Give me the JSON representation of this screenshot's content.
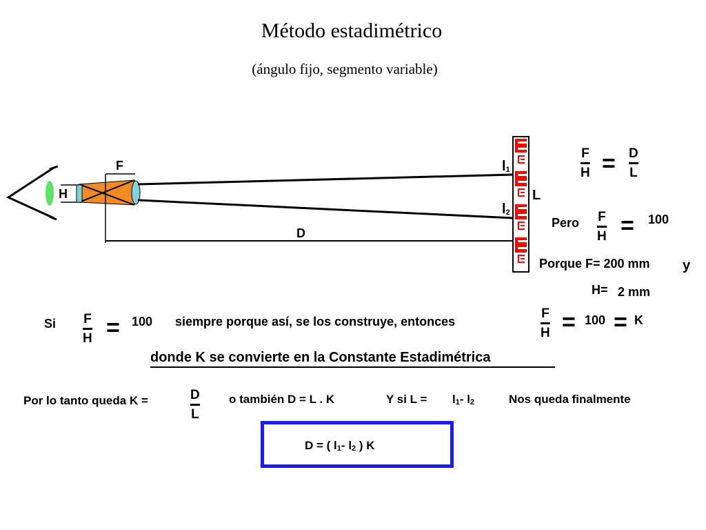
{
  "title": "Método estadimétrico",
  "subtitle": "(ángulo fijo, segmento variable)",
  "diagram": {
    "label_F": "F",
    "label_H": "H",
    "label_D": "D",
    "label_l1_main": "l",
    "label_l1_sub": "1",
    "label_l2_main": "l",
    "label_l2_sub": "2",
    "label_L": "L",
    "colors": {
      "telescope": "#f08a24",
      "lens": "#7fd3e0",
      "eye": "#5ce36a",
      "rod": "#ff0000"
    }
  },
  "ratio1": {
    "num": "F",
    "den": "H",
    "eq": "=",
    "num2": "D",
    "den2": "L"
  },
  "pero": {
    "label": "Pero",
    "num": "F",
    "den": "H",
    "eq": "=",
    "value": "100"
  },
  "porque": {
    "text": "Porque F= 200 mm",
    "y": "y",
    "h_label": "H=",
    "h_value": "2  mm"
  },
  "si_line": {
    "si": "Si",
    "num": "F",
    "den": "H",
    "eq": "=",
    "value": "100",
    "text": "siempre porque así, se los construye, entonces",
    "num2": "F",
    "den2": "H",
    "eq2": "=",
    "value2": "100",
    "eq3": "=",
    "k": "K"
  },
  "donde": "donde K se convierte en la Constante Estadimétrica",
  "por_lo_tanto": {
    "prefix": "Por lo tanto queda K =",
    "num": "D",
    "den": "L",
    "tambien": "o también  D = L . K",
    "y_si": "Y si  L =",
    "l1": "l",
    "l1_sub": "1",
    "minus": "-",
    "l2": "l",
    "l2_sub": "2",
    "nos_queda": "Nos queda finalmente"
  },
  "result": {
    "prefix": "D = (",
    "l1": "l",
    "l1_sub": "1",
    "minus": "-",
    "l2": "l",
    "l2_sub": "2",
    "suffix": ") K"
  }
}
